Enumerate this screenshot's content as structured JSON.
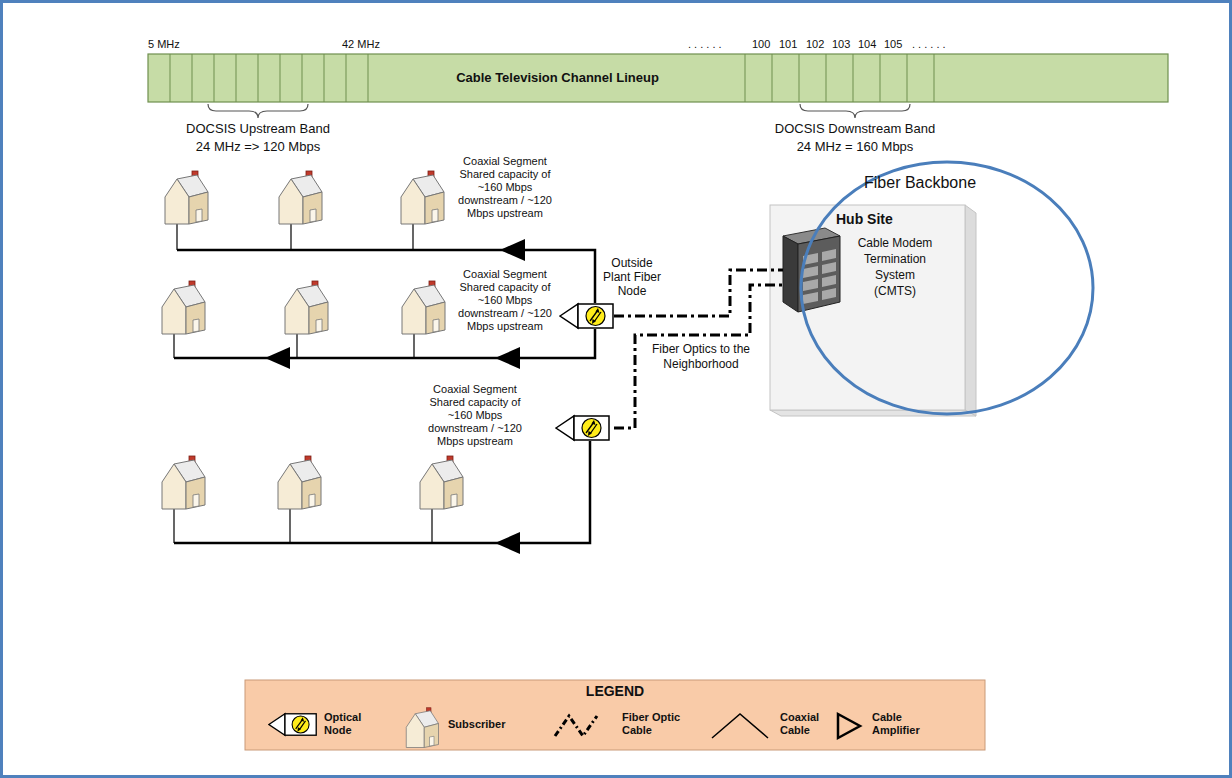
{
  "diagram": {
    "nodes": [
      {
        "text": [
          "Cable Television Channel Lineup"
        ]
      },
      {
        "text": [
          "Fiber Backbone"
        ]
      },
      {
        "text": [
          "Hub Site",
          "Cable Modem Termination System (CMTS)"
        ]
      }
    ],
    "labels": [
      "5 MHz",
      "42 MHz",
      ". . . . . .",
      "100",
      "101",
      "102",
      "103",
      "104",
      "105",
      ". . . . . .",
      "DOCSIS Upstream Band",
      "24 MHz => 120 Mbps",
      "DOCSIS Downstream Band",
      "24 MHz = 160 Mbps",
      "Coaxial Segment Shared capacity of ~160 Mbps downstream / ~120 Mbps upstream",
      "Outside Plant Fiber Node",
      "Coaxial Segment Shared capacity of ~160 Mbps downstream / ~120 Mbps upstream",
      "Fiber Optics to the Neighborhood",
      "Coaxial Segment Shared capacity of ~160 Mbps downstream / ~120 Mbps upstream",
      "LEGEND"
    ],
    "legend": [
      {
        "text": "Optical Node"
      },
      {
        "text": "Subscriber"
      },
      {
        "text": "Fiber Optic Cable"
      },
      {
        "text": "Coaxial Cable"
      },
      {
        "text": "Cable Amplifier"
      }
    ]
  }
}
